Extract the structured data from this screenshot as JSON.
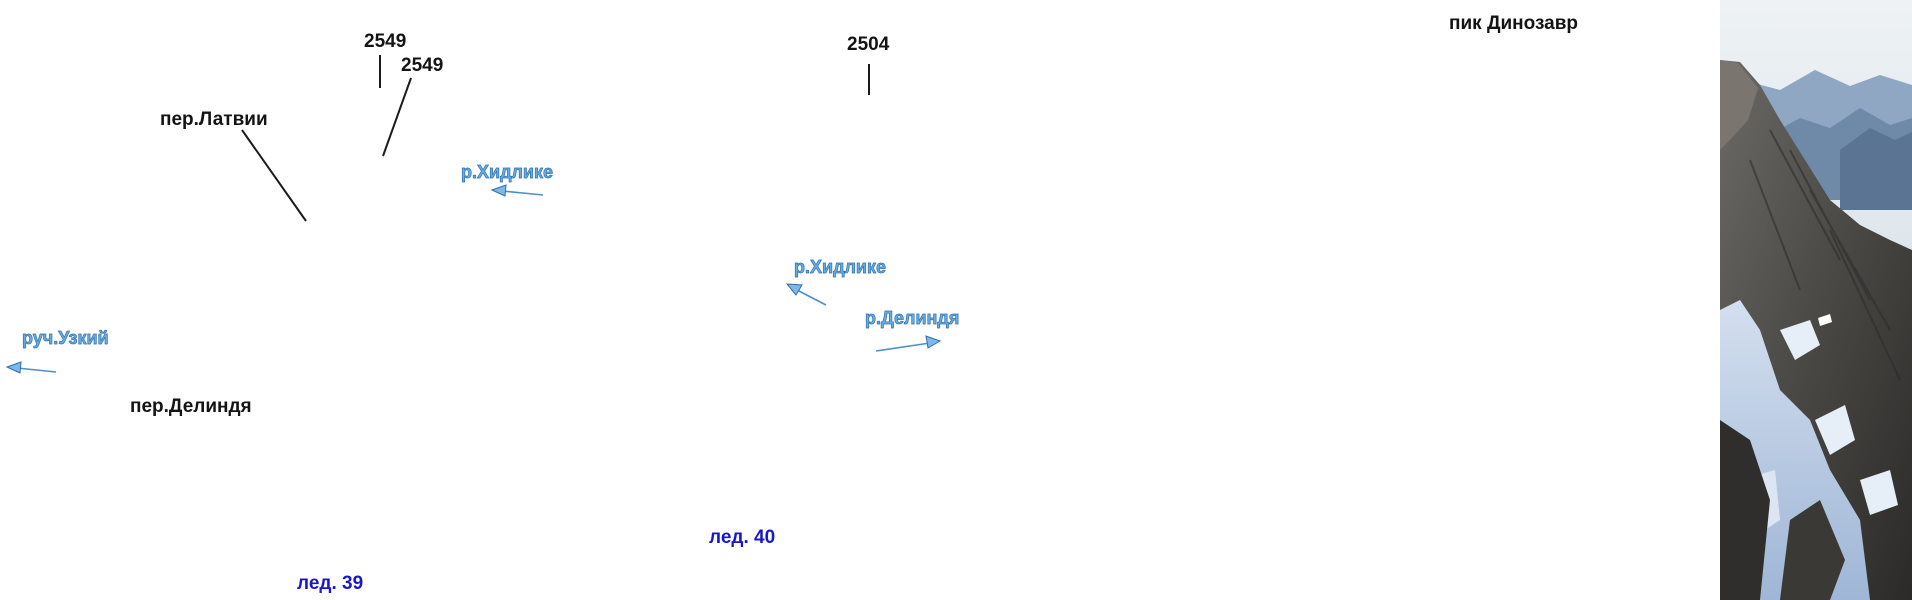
{
  "map": {
    "peaks": [
      {
        "name": "peak-2549-a",
        "label": "2549"
      },
      {
        "name": "peak-2549-b",
        "label": "2549"
      },
      {
        "name": "peak-2504",
        "label": "2504"
      },
      {
        "name": "peak-dinozavr",
        "label": "пик Динозавр"
      }
    ],
    "passes": [
      {
        "name": "pass-latvii",
        "label": "пер.Латвии"
      },
      {
        "name": "pass-delindya",
        "label": "пер.Делиндя"
      }
    ],
    "rivers": [
      {
        "name": "river-khidlike-1",
        "label": "р.Хидлике"
      },
      {
        "name": "river-khidlike-2",
        "label": "р.Хидлике"
      },
      {
        "name": "river-delindya",
        "label": "р.Делиндя"
      },
      {
        "name": "stream-uzkiy",
        "label": "руч.Узкий"
      }
    ],
    "glaciers": [
      {
        "name": "glacier-40",
        "label": "лед. 40"
      },
      {
        "name": "glacier-39",
        "label": "лед. 39"
      }
    ]
  },
  "colors": {
    "peak_text": "#141414",
    "river_text": "#6aaee0",
    "glacier_text": "#1818c8"
  }
}
